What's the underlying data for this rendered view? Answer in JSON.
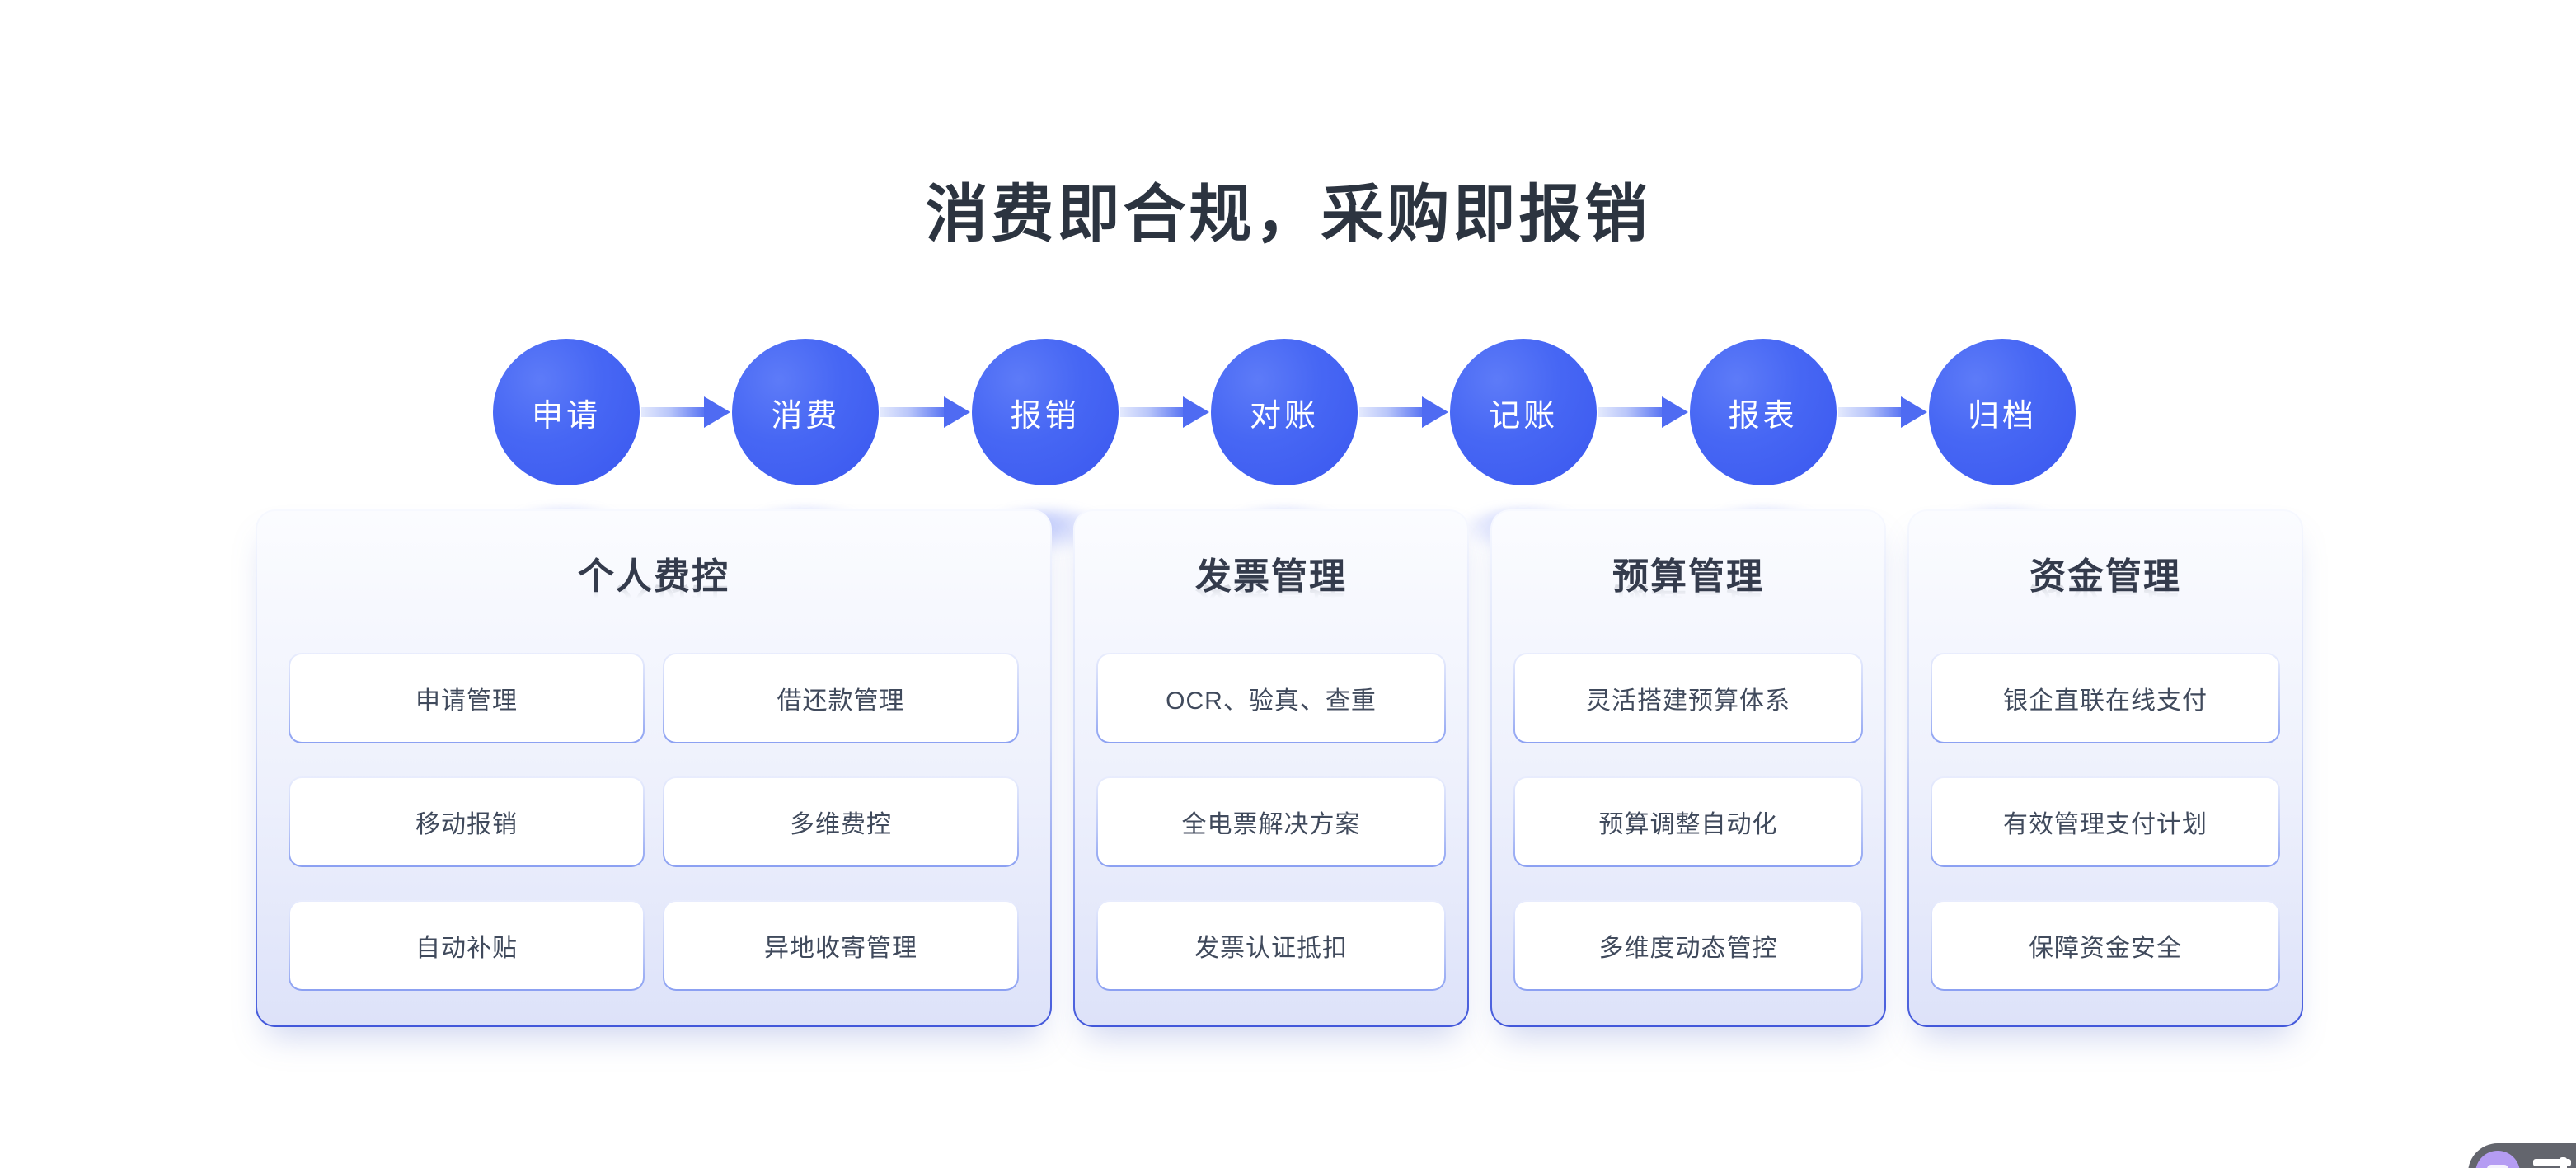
{
  "header": {
    "title": "消费即合规，采购即报销"
  },
  "flow": {
    "steps": [
      "申请",
      "消费",
      "报销",
      "对账",
      "记账",
      "报表",
      "归档"
    ]
  },
  "cards": [
    {
      "title": "个人费控",
      "columns": 2,
      "items": [
        "申请管理",
        "借还款管理",
        "移动报销",
        "多维费控",
        "自动补贴",
        "异地收寄管理"
      ]
    },
    {
      "title": "发票管理",
      "columns": 1,
      "items": [
        "OCR、验真、查重",
        "全电票解决方案",
        "发票认证抵扣"
      ]
    },
    {
      "title": "预算管理",
      "columns": 1,
      "items": [
        "灵活搭建预算体系",
        "预算调整自动化",
        "多维度动态管控"
      ]
    },
    {
      "title": "资金管理",
      "columns": 1,
      "items": [
        "银企直联在线支付",
        "有效管理支付计划",
        "保障资金安全"
      ]
    }
  ],
  "watermark": {
    "icon": "chat-bubble-icon"
  },
  "colors": {
    "accent_blue": "#4565f3",
    "arrow_blue": "#4f6bf2",
    "card_border_blue": "#4257da",
    "card_bg_lavender": "#dde2f9",
    "title_text": "#2c3440",
    "body_text": "#404a5c",
    "watermark_purple": "#b59cf3"
  }
}
